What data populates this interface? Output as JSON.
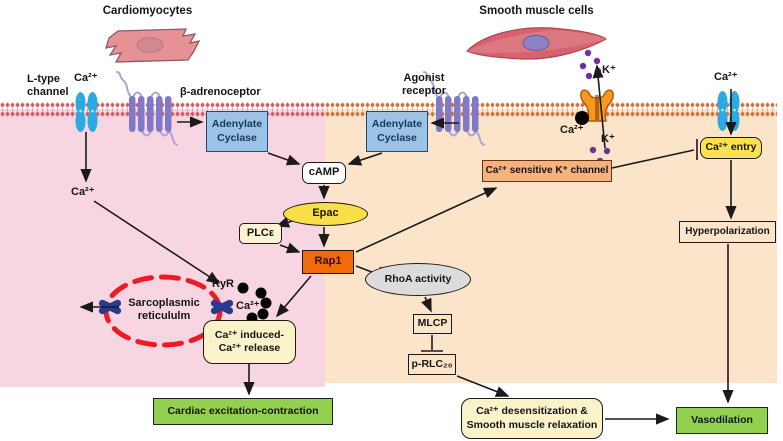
{
  "titles": {
    "cardiomyocytes": "Cardiomyocytes",
    "smooth_muscle": "Smooth muscle cells"
  },
  "labels": {
    "l_type_channel": "L-type\nchannel",
    "ca_l_type": "Ca²⁺",
    "beta_adrenoceptor": "β-adrenoceptor",
    "agonist_receptor": "Agonist\nreceptor",
    "ca_intracellular": "Ca²⁺",
    "ryr": "RyR",
    "ca_released": "Ca²⁺",
    "k_extracellular": "K⁺",
    "k_intracellular": "K⁺",
    "ca_at_k_channel": "Ca²⁺",
    "ca_extracellular_right": "Ca²⁺"
  },
  "nodes": {
    "adenylate_cyclase_left": "Adenylate\nCyclase",
    "adenylate_cyclase_right": "Adenylate\nCyclase",
    "camp": "cAMP",
    "epac": "Epac",
    "plc_epsilon": "PLCε",
    "rap1": "Rap1",
    "rhoa_activity": "RhoA activity",
    "mlcp": "MLCP",
    "p_rlc20": "p-RLC₂₀",
    "sarcoplasmic_reticulum": "Sarcoplasmic\nreticululm",
    "cicr": "Ca²⁺ induced-\nCa²⁺ release",
    "ca_sensitive_k_channel": "Ca²⁺ sensitive K⁺ channel",
    "ca_entry": "Ca²⁺ entry",
    "hyperpolarization": "Hyperpolarization",
    "ca_desensitization": "Ca²⁺ desensitization &\nSmooth muscle relaxation",
    "cardiac_excitation_contraction": "Cardiac excitation-contraction",
    "vasodilation": "Vasodilation"
  },
  "colors": {
    "cytosol_pink": "#f7d6e2",
    "cytosol_peach": "#fce4cb",
    "blue_box": "#9cc3e5",
    "yellow_ellipse": "#f8df47",
    "pale_yellow": "#faf2c8",
    "bright_yellow": "#fce14f",
    "orange_node": "#f26a0a",
    "peach_node": "#f5b27f",
    "gray_ellipse": "#dcdcdc",
    "green_box": "#92d050",
    "channel_blue": "#29abe2",
    "receptor_purple": "#8079c8",
    "k_channel_orange": "#f59a1d",
    "ryr_navy": "#2b3a8f",
    "sr_dashed_red": "#ed1c24",
    "ion_purple": "#7030a0",
    "ion_black": "#000000",
    "membrane_pink": "#d85a60",
    "membrane_orange": "#d2703c"
  }
}
